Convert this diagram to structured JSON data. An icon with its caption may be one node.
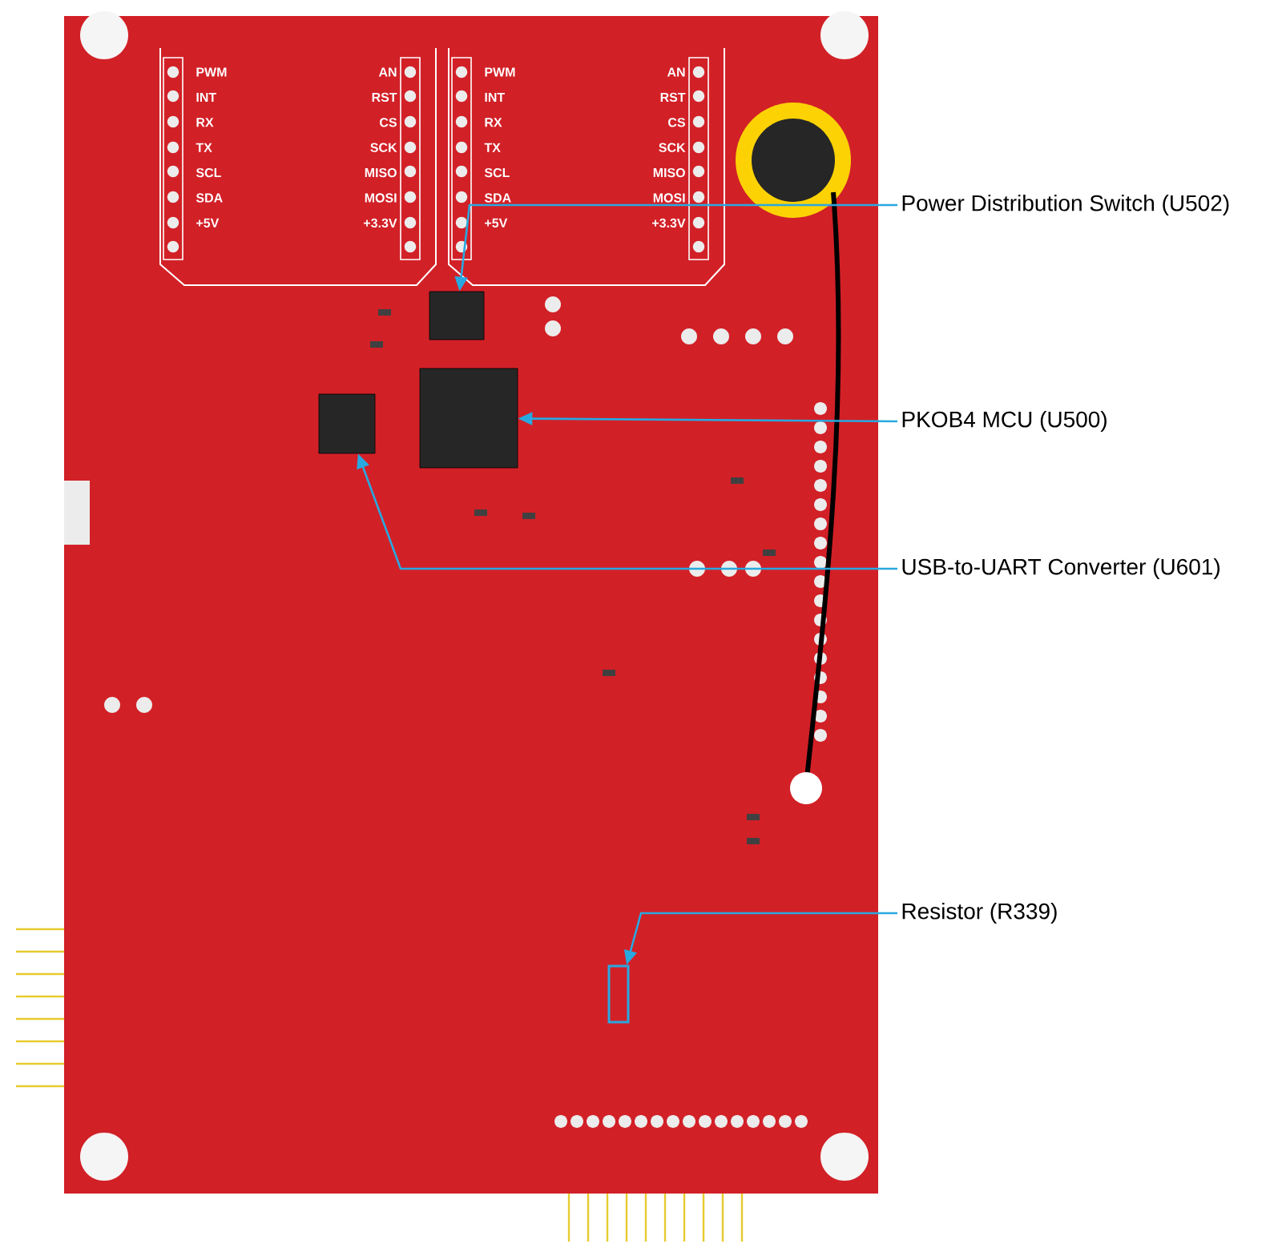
{
  "diagram": {
    "nodes": [
      {
        "text": [
          "Power Distribution Switch (U502)"
        ]
      },
      {
        "text": [],
        "shape": "box"
      },
      {
        "text": [
          "PKOB4 MCU (U500)"
        ]
      },
      {
        "text": [],
        "shape": "box"
      },
      {
        "text": [
          "USB-to-UART Converter (U601)"
        ]
      },
      {
        "text": [],
        "shape": "box"
      },
      {
        "text": [
          "Resistor (R339)"
        ]
      },
      {
        "text": [],
        "shape": "box"
      }
    ],
    "edges": [
      {
        "from": 0,
        "to": 1,
        "arrow": "to"
      },
      {
        "from": 2,
        "to": 3,
        "arrow": "to"
      },
      {
        "from": 4,
        "to": 5,
        "arrow": "to"
      },
      {
        "from": 6,
        "to": 7,
        "arrow": "to"
      }
    ],
    "labels": [
      "PWM",
      "INT",
      "RX",
      "TX",
      "SCL",
      "SDA",
      "+5V",
      "AN",
      "RST",
      "CS",
      "SCK",
      "MISO",
      "MOSI",
      "+3.3V",
      "PWM",
      "INT",
      "RX",
      "TX",
      "SCL",
      "SDA",
      "+5V",
      "AN",
      "RST",
      "CS",
      "SCK",
      "MISO",
      "MOSI",
      "+3.3V"
    ]
  }
}
